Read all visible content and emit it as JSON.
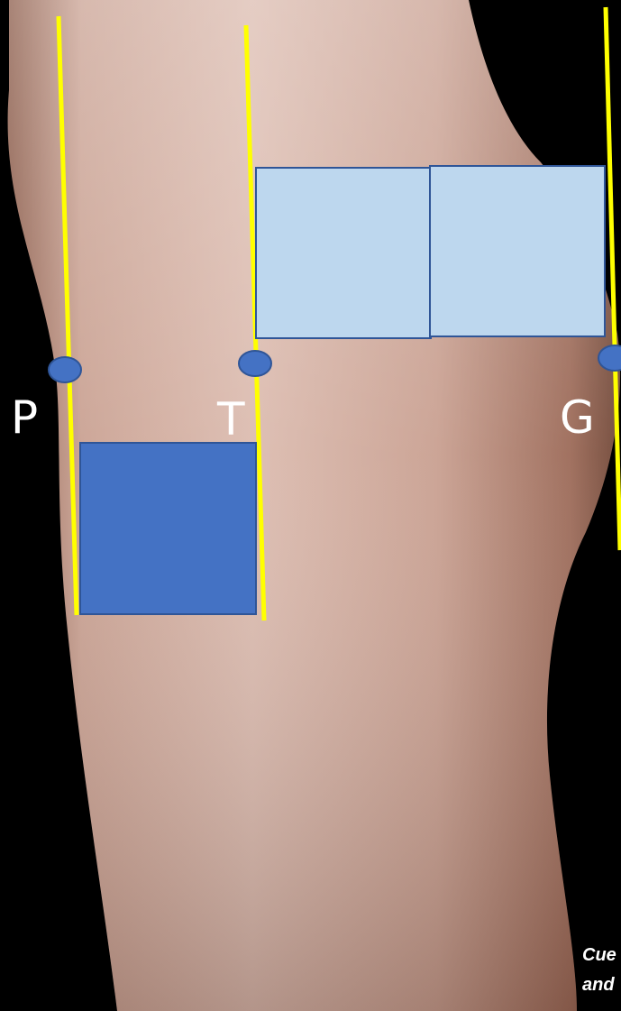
{
  "figure": {
    "labels": {
      "p": "P",
      "t": "T",
      "g": "G"
    },
    "caption_lines": [
      "Cue",
      "and"
    ],
    "colors": {
      "background": "#000000",
      "guide_line": "#ffff00",
      "marker": "#4472c4",
      "box_light": "#bdd7ee",
      "box_dark": "#4472c4",
      "box_border": "#2f5597"
    },
    "elements": {
      "guide_lines": [
        "P",
        "T",
        "G"
      ],
      "markers": [
        "P",
        "T",
        "G"
      ],
      "boxes": [
        "upper-left-light",
        "upper-right-light",
        "lower-dark"
      ]
    }
  }
}
